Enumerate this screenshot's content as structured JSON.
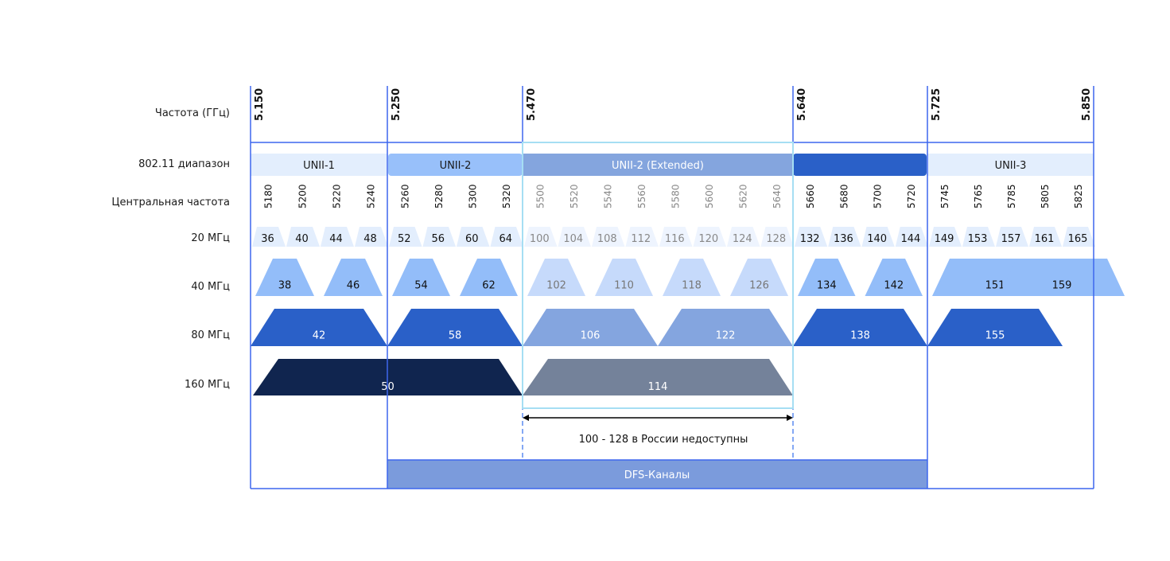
{
  "row_labels": {
    "frequency": "Частота (ГГц)",
    "band": "802.11 диапазон",
    "center": "Центральная частота",
    "w20": "20 МГц",
    "w40": "40 МГц",
    "w80": "80 МГц",
    "w160": "160 МГц"
  },
  "frequencies": [
    "5.150",
    "5.250",
    "5.470",
    "5.640",
    "5.725",
    "5.850"
  ],
  "bands": [
    {
      "label": "UNII-1",
      "color": "#e3eefd",
      "text": "#1a1a1a"
    },
    {
      "label": "UNII-2",
      "color": "#98c0fa",
      "text": "#1a1a1a"
    },
    {
      "label": "UNII-2 (Extended)",
      "color": "#84a5de",
      "text": "#ffffff"
    },
    {
      "label": "",
      "color": "#2a60c8",
      "text": "#ffffff"
    },
    {
      "label": "UNII-3",
      "color": "#e3eefd",
      "text": "#1a1a1a"
    }
  ],
  "center_frequencies": [
    "5180",
    "5200",
    "5220",
    "5240",
    "5260",
    "5280",
    "5300",
    "5320",
    "5500",
    "5520",
    "5540",
    "5560",
    "5580",
    "5600",
    "5620",
    "5640",
    "5660",
    "5680",
    "5700",
    "5720",
    "5745",
    "5765",
    "5785",
    "5805",
    "5825"
  ],
  "channels_20": [
    "36",
    "40",
    "44",
    "48",
    "52",
    "56",
    "60",
    "64",
    "100",
    "104",
    "108",
    "112",
    "116",
    "120",
    "124",
    "128",
    "132",
    "136",
    "140",
    "144",
    "149",
    "153",
    "157",
    "161",
    "165"
  ],
  "channels_40": [
    "38",
    "46",
    "54",
    "62",
    "102",
    "110",
    "118",
    "126",
    "134",
    "142",
    "151",
    "159"
  ],
  "channels_80": [
    "42",
    "58",
    "106",
    "122",
    "138",
    "155"
  ],
  "channels_160": [
    "50",
    "114"
  ],
  "restricted_note": "100 - 128 в России недоступны",
  "dfs_label": "DFS-Каналы",
  "colors": {
    "grid": "#3d66ee",
    "c20": "#e3eefd",
    "c20_restricted": "#eef4fe",
    "c40": "#93bdf9",
    "c40_restricted": "#c6dafb",
    "c80": "#2a60c8",
    "c80_restricted": "#84a5df",
    "c160": "#10254f",
    "c160_restricted": "#74829a",
    "dfs": "#7b9bdc"
  }
}
